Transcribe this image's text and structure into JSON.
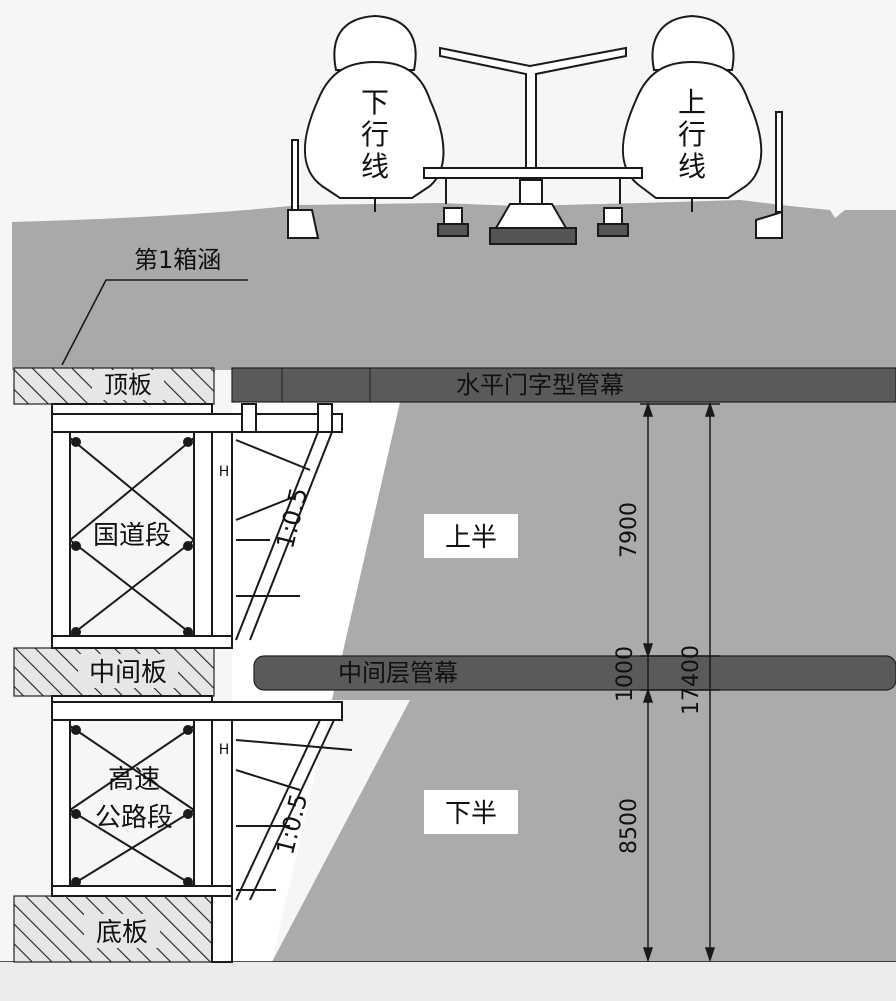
{
  "trains": {
    "left": {
      "label_chars": [
        "下",
        "行",
        "线"
      ]
    },
    "right": {
      "label_chars": [
        "上",
        "行",
        "线"
      ]
    }
  },
  "labels": {
    "box_culvert": "第1箱涵",
    "top_slab": "顶板",
    "horizontal_pipe_roof": "水平门字型管幕",
    "national_road_section": "国道段",
    "middle_slab": "中间板",
    "middle_pipe_roof": "中间层管幕",
    "highway_section_line1": "高速",
    "highway_section_line2": "公路段",
    "bottom_slab": "底板",
    "upper_half": "上半",
    "lower_half": "下半",
    "slope_upper": "1:0.5",
    "slope_lower": "1:0.5",
    "h_mark": "H"
  },
  "dimensions": {
    "upper": "7900",
    "middle": "1000",
    "lower": "8500",
    "total": "17400"
  },
  "colors": {
    "soil": "#a9a9a9",
    "pipe": "#5a5a5a",
    "line": "#1a1a1a",
    "hatch_bg": "#dcdcdc",
    "white": "#ffffff"
  }
}
